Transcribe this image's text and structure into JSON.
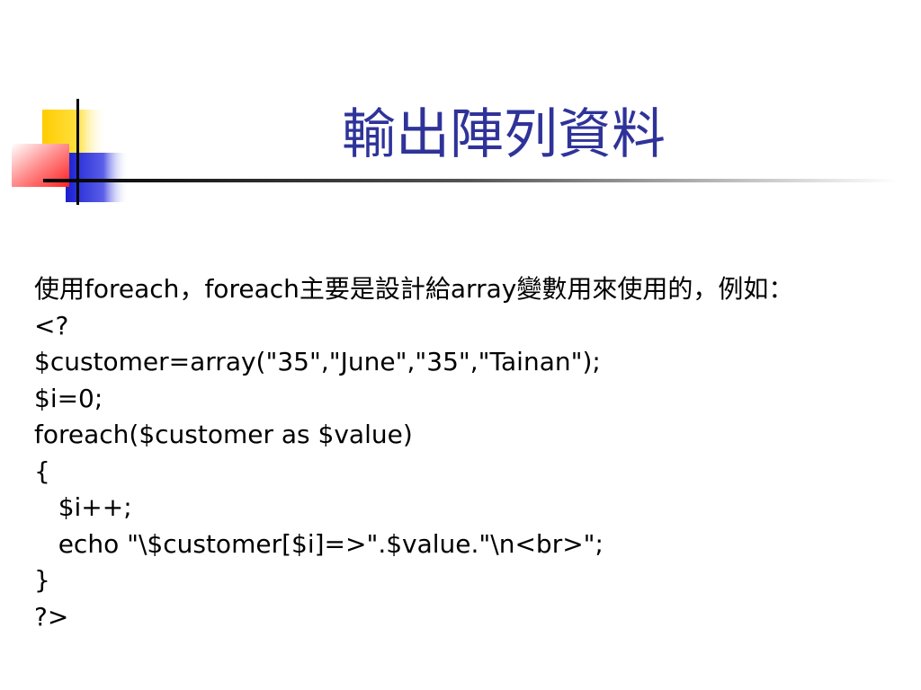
{
  "slide": {
    "title": "輸出陣列資料",
    "intro": {
      "p1": "使用",
      "p2": "foreach",
      "p3": "，",
      "p4": "foreach",
      "p5": "主要是設計給",
      "p6": "array",
      "p7": "變數用來使用的，例如："
    },
    "code_lines": [
      "<?",
      "$customer=array(\"35\",\"June\",\"35\",\"Tainan\");",
      "$i=0;",
      "foreach($customer as $value)",
      "{",
      "   $i++;",
      "   echo \"\\$customer[$i]=>\".$value.\"\\n<br>\";",
      "}",
      "?>"
    ]
  },
  "colors": {
    "title": "#2f3399",
    "yellow": "#ffd21e",
    "blue": "#1f25d6",
    "red": "#ff3b3b"
  }
}
